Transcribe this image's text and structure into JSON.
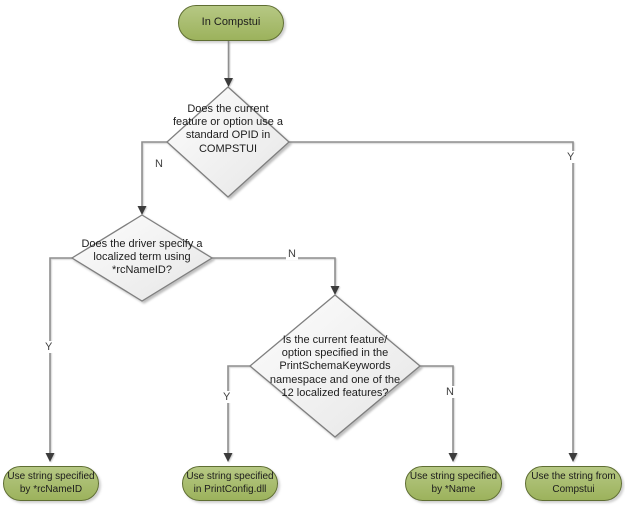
{
  "flowchart": {
    "start": {
      "label": "In Compstui"
    },
    "decisions": [
      {
        "label": "Does the current feature or option use a standard OPID in COMPSTUI"
      },
      {
        "label": "Does the driver specify a localized term using *rcNameID?"
      },
      {
        "label": "Is the current feature/ option specified in the PrintSchemaKeywords namespace and one of the 12 localized features?"
      }
    ],
    "terminals": [
      {
        "label": "Use string specified by *rcNameID"
      },
      {
        "label": "Use string specified in PrintConfig.dll"
      },
      {
        "label": "Use string specified by *Name"
      },
      {
        "label": "Use the string from Compstui"
      }
    ],
    "edges": {
      "d1_no": "N",
      "d1_yes": "Y",
      "d2_yes": "Y",
      "d2_no": "N",
      "d3_yes": "Y",
      "d3_no": "N"
    },
    "colors": {
      "terminal_fill_top": "#b6c884",
      "terminal_fill_bottom": "#9cb25c",
      "terminal_border": "#5f6e33",
      "decision_fill_top": "#fdfdfd",
      "decision_fill_bottom": "#e6e6e6",
      "decision_border": "#7f7f7f",
      "connector": "#8f8f8f",
      "arrowhead": "#3c3c3c",
      "background": "#ffffff"
    }
  }
}
